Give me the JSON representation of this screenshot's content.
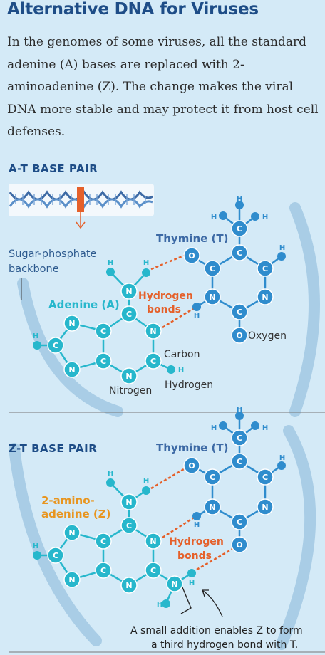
{
  "title": "Alternative DNA for Viruses",
  "intro": "In the genomes of some viruses, all the standard adenine (A) bases are replaced with 2-aminoadenine (Z). The change makes the viral DNA more stable and may protect it from host cell defenses.",
  "at": {
    "heading": "A-T BASE PAIR",
    "backbone_line1": "Sugar-phosphate",
    "backbone_line2": "backbone",
    "thymine": "Thymine (T)",
    "adenine": "Adenine (A)",
    "hbond_line1": "Hydrogen",
    "hbond_line2": "bonds",
    "oxygen": "Oxygen",
    "carbon": "Carbon",
    "nitrogen": "Nitrogen",
    "hydrogen": "Hydrogen"
  },
  "zt": {
    "heading": "Z-T BASE PAIR",
    "thymine": "Thymine (T)",
    "amino_line1": "2-amino-",
    "amino_line2": "adenine (Z)",
    "hbond_line1": "Hydrogen",
    "hbond_line2": "bonds",
    "note_line1": "A small addition enables Z to form",
    "note_line2": "a third hydrogen bond with T."
  },
  "atoms": {
    "H": "H",
    "C": "C",
    "N": "N",
    "O": "O"
  },
  "colors": {
    "background": "#d4eaf7",
    "title": "#1e4d87",
    "thymine_label": "#3d6aa5",
    "atom_blue": "#2f8ccd",
    "adenine_teal": "#27b7cc",
    "hbond_orange": "#e5602a",
    "z_label_orange": "#e8951f",
    "backbone": "#a9cde6"
  }
}
